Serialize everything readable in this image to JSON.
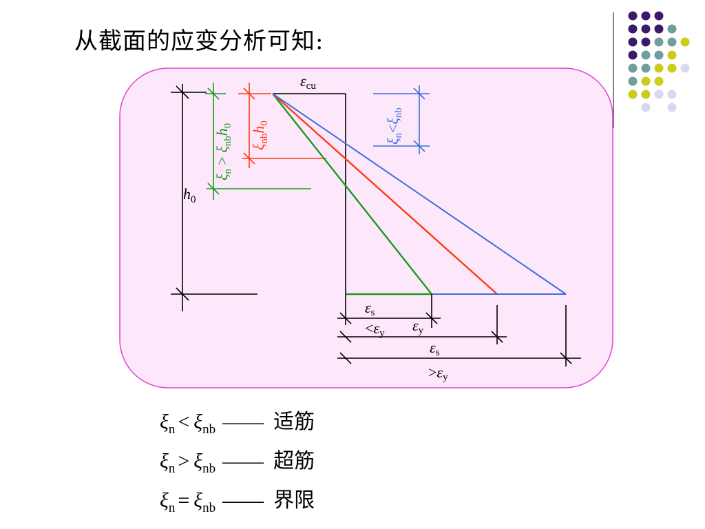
{
  "title": "从截面的应变分析可知:",
  "colors": {
    "frame_fill": "#fde8fb",
    "frame_stroke": "#e040d0",
    "green": "#1a9a1a",
    "red": "#ff3b0f",
    "blue": "#3a6fe0",
    "dot_purple": "#3b1a6e",
    "dot_teal": "#6f9e9c",
    "dot_yellow": "#cccc1a",
    "dot_lilac": "#d8d8ee"
  },
  "diagram": {
    "eps_cu": "ε",
    "eps_cu_sub": "cu",
    "h0": "h",
    "h0_sub": "0",
    "green_label": {
      "xi": "ξ",
      "n": "n",
      "op": " > ",
      "xi2": "ξ",
      "nb": "nb",
      "h": "h",
      "zero": "0"
    },
    "red_label": {
      "xi": "ξ",
      "nb": "nb",
      "h": "h",
      "zero": "0"
    },
    "blue_label": {
      "xi": "ξ",
      "n": "n",
      "op": "<",
      "xi2": "ξ",
      "nb": "nb"
    },
    "eps_s": "ε",
    "eps_s_sub": "s",
    "lt_eps_y_prefix": "<",
    "eps_y": "ε",
    "eps_y_sub": "y",
    "gt_eps_y_prefix": ">"
  },
  "legend": [
    {
      "xi": "ξ",
      "sub_n": "n",
      "op": "<",
      "xi2": "ξ",
      "sub_nb": "nb",
      "dash": "——",
      "label": "适筋"
    },
    {
      "xi": "ξ",
      "sub_n": "n",
      "op": ">",
      "xi2": "ξ",
      "sub_nb": "nb",
      "dash": "——",
      "label": "超筋"
    },
    {
      "xi": "ξ",
      "sub_n": "n",
      "op": "=",
      "xi2": "ξ",
      "sub_nb": "nb",
      "dash": "——",
      "label": "界限"
    }
  ],
  "decor_dots": [
    [
      "purple",
      "purple",
      "purple",
      null,
      null
    ],
    [
      "purple",
      "purple",
      "purple",
      "teal",
      null
    ],
    [
      "purple",
      "purple",
      "teal",
      "teal",
      "yellow"
    ],
    [
      "purple",
      "teal",
      "teal",
      "yellow",
      null
    ],
    [
      "teal",
      "teal",
      "yellow",
      "yellow",
      "lilac"
    ],
    [
      "teal",
      "yellow",
      "yellow",
      null,
      null
    ],
    [
      "yellow",
      "yellow",
      "lilac",
      "lilac",
      null
    ],
    [
      null,
      "lilac",
      null,
      "lilac",
      null
    ]
  ]
}
